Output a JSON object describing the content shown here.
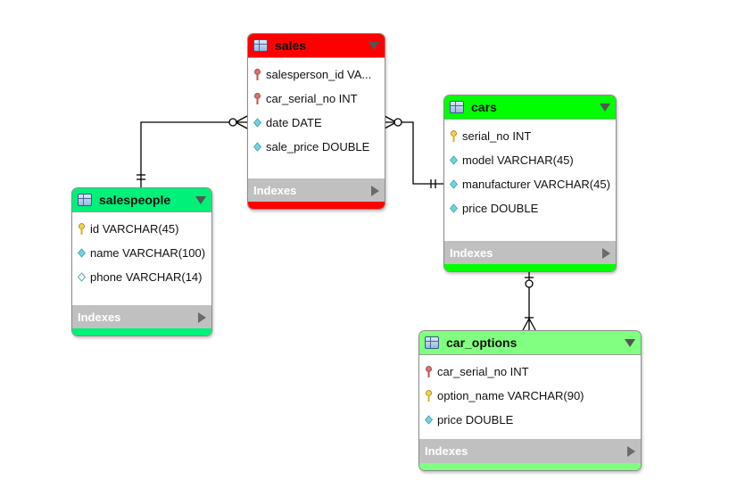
{
  "colors": {
    "sales": "#ff0000",
    "cars": "#00ff00",
    "salespeople": "#00f07a",
    "car_options": "#80ff80",
    "indexes_bar": "#c0c0c0"
  },
  "tables": {
    "sales": {
      "title": "sales",
      "columns": [
        {
          "text": "salesperson_id VA...",
          "icon": "foreign-key-icon"
        },
        {
          "text": "car_serial_no INT",
          "icon": "foreign-key-icon"
        },
        {
          "text": "date DATE",
          "icon": "column-diamond-icon"
        },
        {
          "text": "sale_price DOUBLE",
          "icon": "column-diamond-icon"
        }
      ],
      "indexes": "Indexes"
    },
    "cars": {
      "title": "cars",
      "columns": [
        {
          "text": "serial_no INT",
          "icon": "primary-key-icon"
        },
        {
          "text": "model VARCHAR(45)",
          "icon": "column-diamond-icon"
        },
        {
          "text": "manufacturer VARCHAR(45)",
          "icon": "column-diamond-icon"
        },
        {
          "text": "price DOUBLE",
          "icon": "column-diamond-icon"
        }
      ],
      "indexes": "Indexes"
    },
    "salespeople": {
      "title": "salespeople",
      "columns": [
        {
          "text": "id VARCHAR(45)",
          "icon": "primary-key-icon"
        },
        {
          "text": "name VARCHAR(100)",
          "icon": "column-diamond-icon"
        },
        {
          "text": "phone VARCHAR(14)",
          "icon": "nullable-diamond-icon"
        }
      ],
      "indexes": "Indexes"
    },
    "car_options": {
      "title": "car_options",
      "columns": [
        {
          "text": "car_serial_no INT",
          "icon": "foreign-key-icon"
        },
        {
          "text": "option_name VARCHAR(90)",
          "icon": "primary-key-icon"
        },
        {
          "text": "price DOUBLE",
          "icon": "column-diamond-icon"
        }
      ],
      "indexes": "Indexes"
    }
  }
}
